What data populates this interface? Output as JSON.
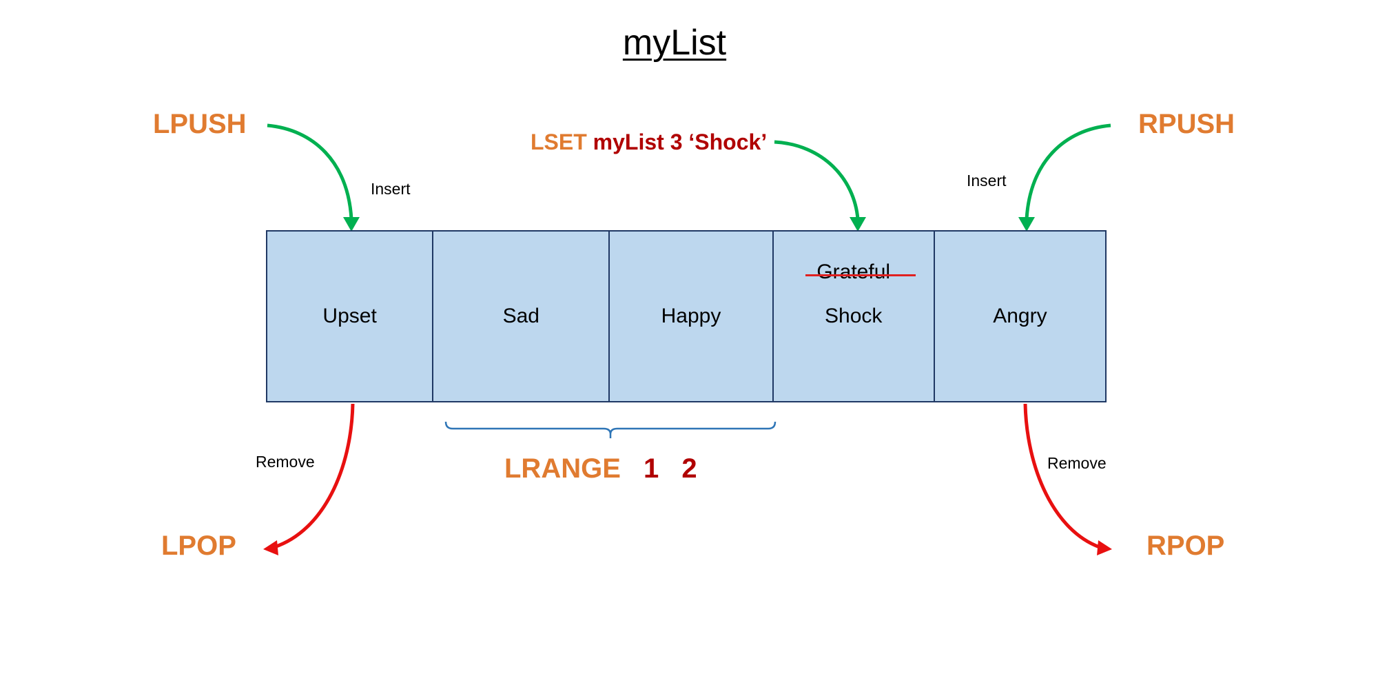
{
  "title": "myList",
  "commands": {
    "lpush": "LPUSH",
    "rpush": "RPUSH",
    "lpop": "LPOP",
    "rpop": "RPOP",
    "lset_cmd": "LSET",
    "lset_args": "myList 3 ‘Shock’",
    "lrange_cmd": "LRANGE",
    "lrange_start": "1",
    "lrange_end": "2"
  },
  "annotations": {
    "insert_left": "Insert",
    "insert_right": "Insert",
    "remove_left": "Remove",
    "remove_right": "Remove"
  },
  "list": {
    "cells": [
      "Upset",
      "Sad",
      "Happy",
      "Shock",
      "Angry"
    ],
    "replaced_value": "Grateful",
    "replaced_index": 3
  },
  "colors": {
    "cell_fill": "#BDD7EE",
    "cell_border": "#1F3864",
    "command": "#E07B30",
    "argument": "#B00000",
    "insert_arrow": "#00B050",
    "remove_arrow": "#E81010",
    "strike": "#E02020",
    "brace": "#2E75B6"
  }
}
